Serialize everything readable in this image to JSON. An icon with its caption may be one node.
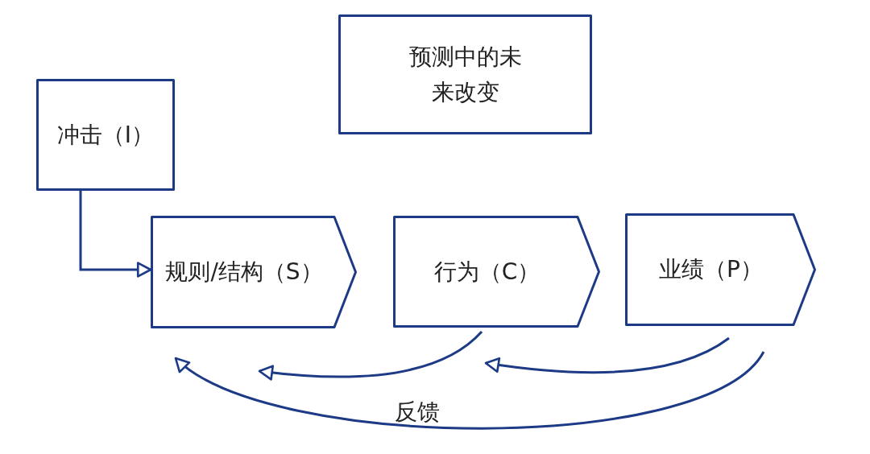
{
  "diagram": {
    "nodes": [
      {
        "text": [
          "预测中的未来改变"
        ]
      },
      {
        "text": [
          "冲击（I）"
        ]
      },
      {
        "text": [
          "规则/结构（S）"
        ]
      },
      {
        "text": [
          "行为（C）"
        ]
      },
      {
        "text": [
          "业绩（P）"
        ]
      }
    ],
    "edges": [
      {
        "from": 1,
        "to": 2,
        "arrow": "to"
      },
      {
        "from": 3,
        "to": 2,
        "arrow": "to"
      },
      {
        "from": 4,
        "to": 3,
        "arrow": "to"
      },
      {
        "from": 4,
        "to": 2,
        "arrow": "to"
      }
    ],
    "labels": [
      "反馈"
    ]
  }
}
